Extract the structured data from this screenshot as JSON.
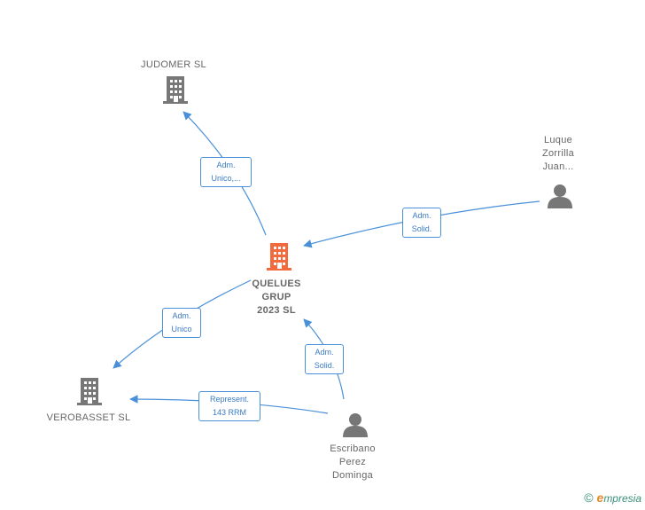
{
  "colors": {
    "edge": "#4a90d9",
    "company": "#777777",
    "center": "#f26a3d",
    "person": "#777777"
  },
  "nodes": {
    "judomer": {
      "label": "JUDOMER SL",
      "icon": "building-icon"
    },
    "quelues": {
      "line1": "QUELUES",
      "line2": "GRUP",
      "line3": "2023  SL",
      "icon": "building-icon"
    },
    "verobasset": {
      "label": "VEROBASSET SL",
      "icon": "building-icon"
    },
    "luque": {
      "line1": "Luque",
      "line2": "Zorrilla",
      "line3": "Juan...",
      "icon": "person-icon"
    },
    "escribano": {
      "line1": "Escribano",
      "line2": "Perez",
      "line3": "Dominga",
      "icon": "person-icon"
    }
  },
  "edges": {
    "e1": {
      "line1": "Adm.",
      "line2": "Unico,..."
    },
    "e2": {
      "line1": "Adm.",
      "line2": "Solid."
    },
    "e3": {
      "line1": "Adm.",
      "line2": "Unico"
    },
    "e4": {
      "line1": "Adm.",
      "line2": "Solid."
    },
    "e5": {
      "line1": "Represent.",
      "line2": "143 RRM"
    }
  },
  "footer": {
    "copyright": "©",
    "brand_initial": "e",
    "brand_rest": "mpresia"
  }
}
